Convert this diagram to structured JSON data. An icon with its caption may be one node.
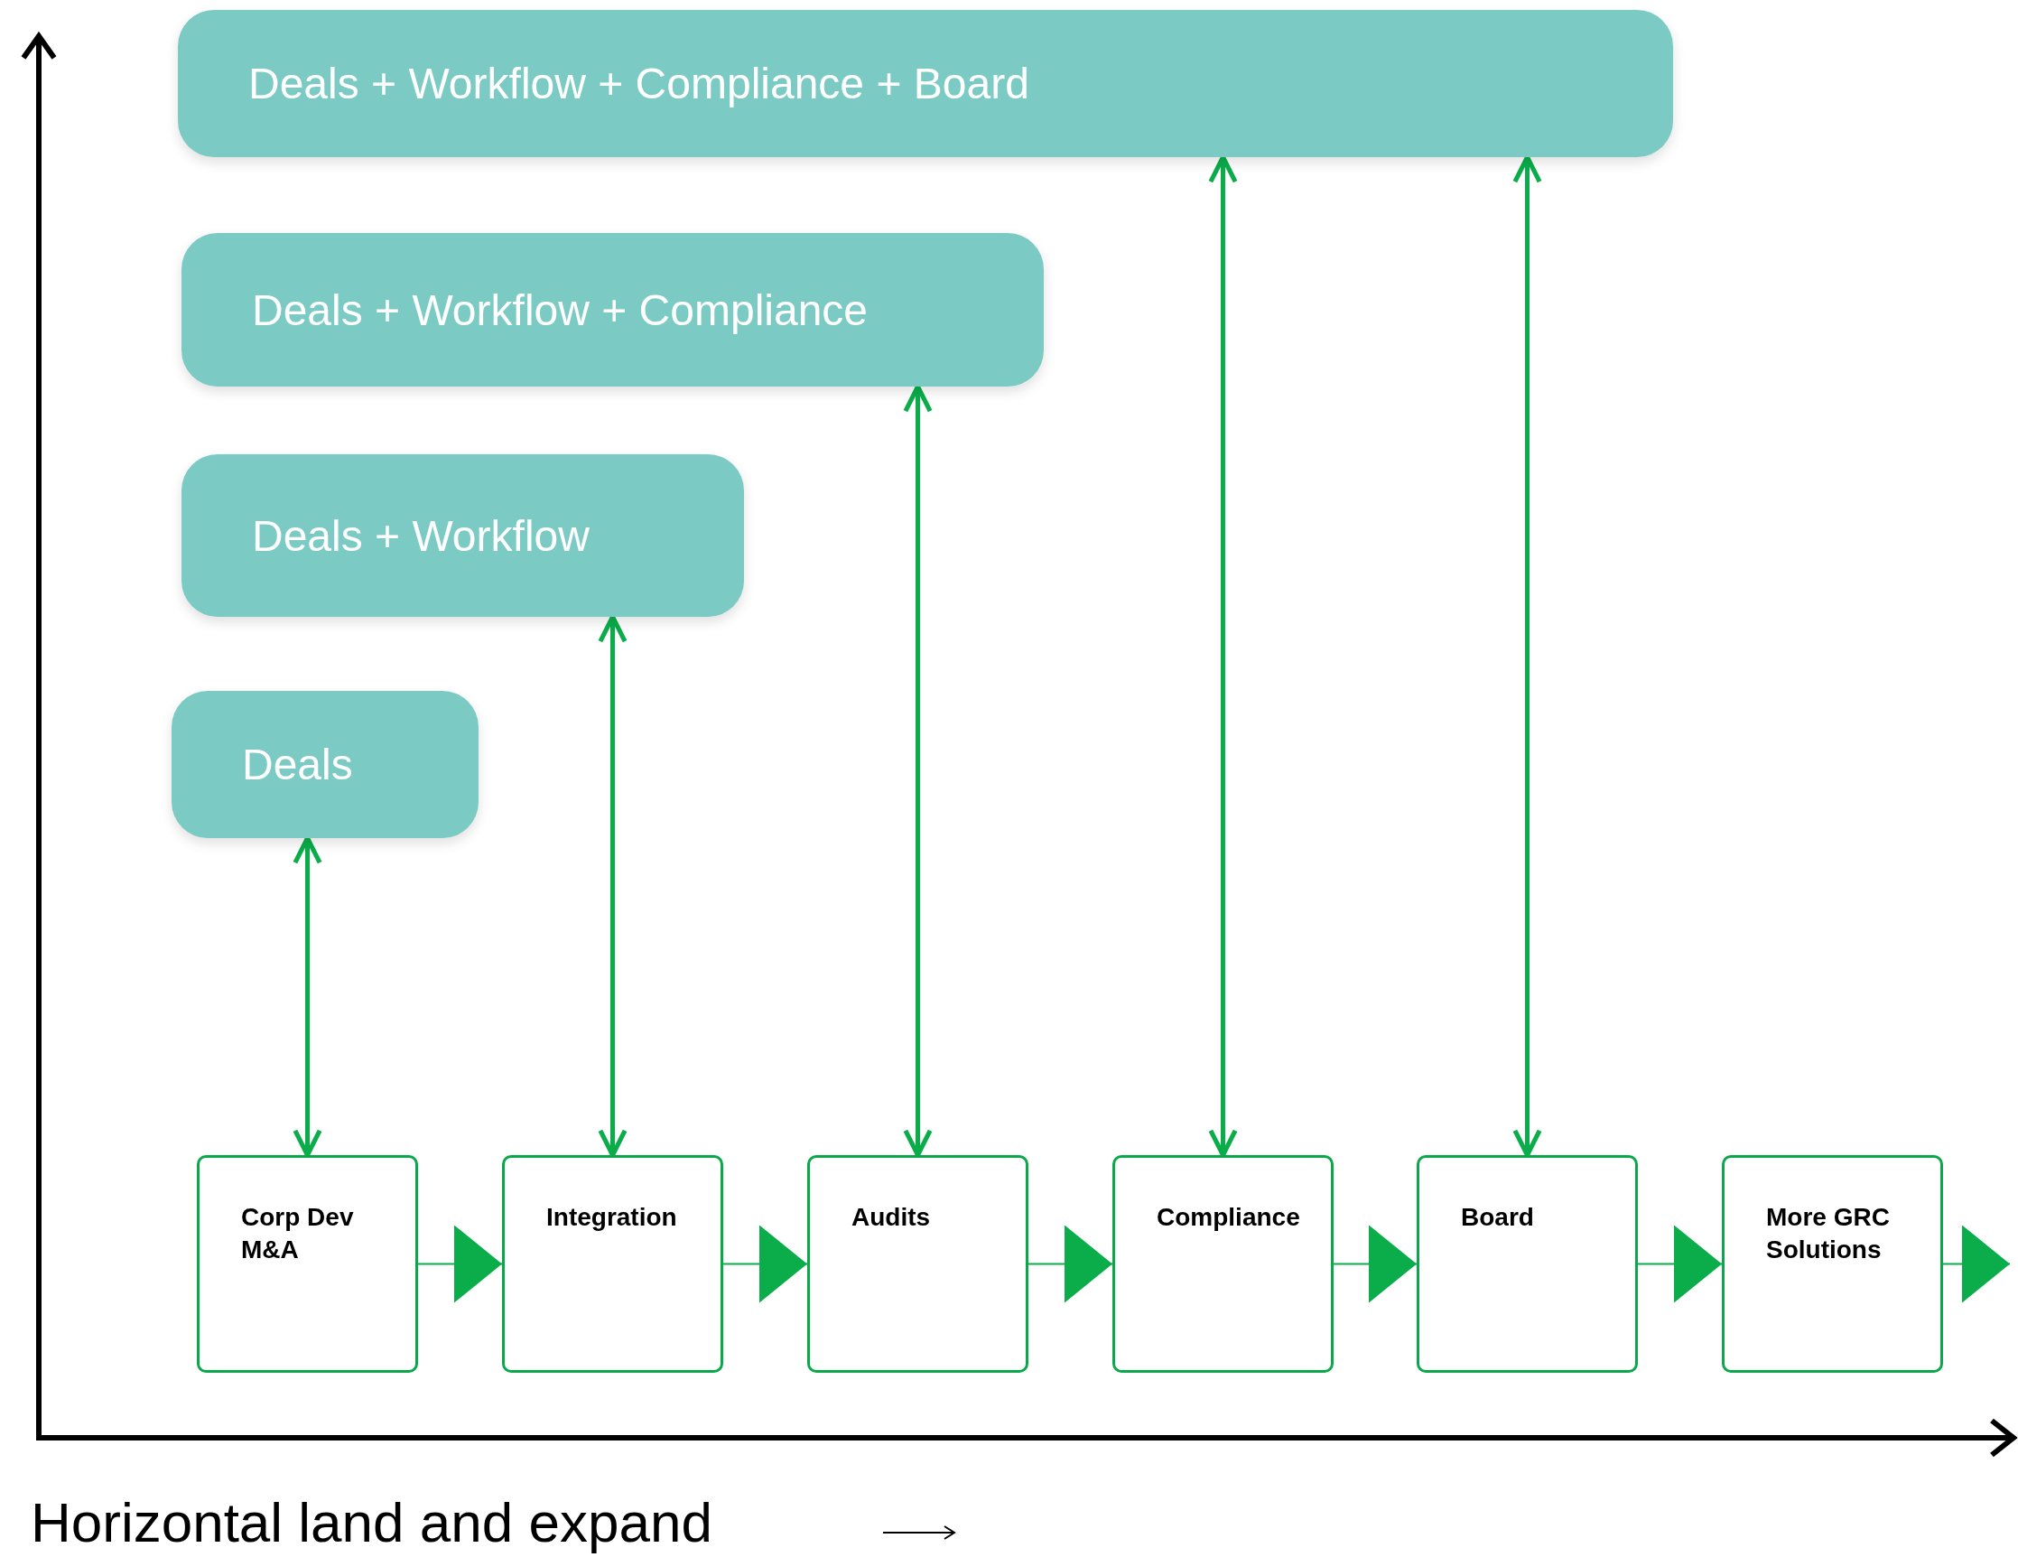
{
  "diagram": {
    "nodes": [
      {
        "text": [
          "Deals + Workflow + Compliance + Board"
        ]
      },
      {
        "text": [
          "Deals + Workflow + Compliance"
        ]
      },
      {
        "text": [
          "Deals + Workflow"
        ]
      },
      {
        "text": [
          "Deals"
        ]
      },
      {
        "text": [
          "Corp Dev M&A"
        ]
      },
      {
        "text": [
          "Integration"
        ]
      },
      {
        "text": [
          "Audits"
        ]
      },
      {
        "text": [
          "Compliance"
        ]
      },
      {
        "text": [
          "Board"
        ]
      },
      {
        "text": [
          "More GRC Solutions"
        ]
      }
    ],
    "edges": [
      {
        "from": 3,
        "to": 4,
        "arrow": "both"
      },
      {
        "from": 2,
        "to": 5,
        "arrow": "both"
      },
      {
        "from": 1,
        "to": 6,
        "arrow": "both"
      },
      {
        "from": 0,
        "to": 7,
        "arrow": "both"
      },
      {
        "from": 0,
        "to": 8,
        "arrow": "both"
      },
      {
        "from": 4,
        "to": 5,
        "arrow": "to"
      },
      {
        "from": 5,
        "to": 6,
        "arrow": "to"
      },
      {
        "from": 6,
        "to": 7,
        "arrow": "to"
      },
      {
        "from": 7,
        "to": 8,
        "arrow": "to"
      },
      {
        "from": 8,
        "to": 9,
        "arrow": "to"
      },
      {
        "from": 9,
        "to": null,
        "arrow": "to"
      }
    ],
    "labels": [
      "Horizontal land and expand"
    ]
  }
}
